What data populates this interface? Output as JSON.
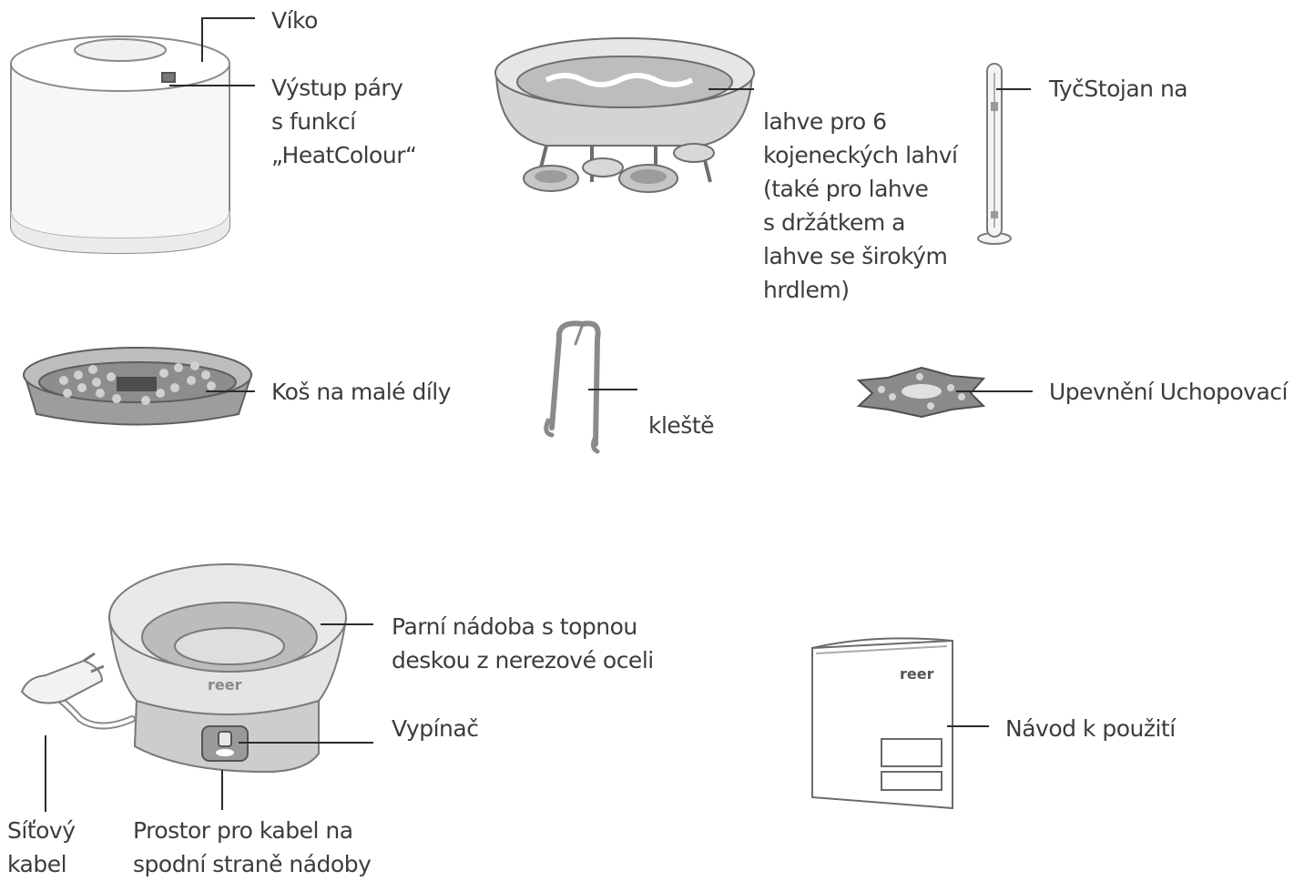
{
  "diagram": {
    "labels": {
      "lid": "Víko",
      "steam_outlet": [
        "Výstup páry",
        "s funkcí",
        "„HeatColour“"
      ],
      "bottle_rack": [
        "lahve pro 6",
        "kojeneckých lahví",
        "(také pro lahve",
        "s držátkem a",
        "lahve se širokým",
        "hrdlem)"
      ],
      "rod_stand": "TyčStojan na",
      "small_parts_basket": "Koš na malé díly",
      "tongs": "kleště",
      "grip_mount": "Upevnění Uchopovací",
      "steam_vessel": [
        "Parní nádoba s topnou",
        "deskou z nerezové oceli"
      ],
      "switch": "Vypínač",
      "power_cable": [
        "Síťový",
        "kabel"
      ],
      "cable_storage": [
        "Prostor pro kabel na",
        "spodní straně nádoby"
      ],
      "manual": "Návod k použití"
    },
    "brand_marks": [
      "reer",
      "reer"
    ],
    "colors": {
      "line": "#2b2b2b",
      "outline": "#777777",
      "part_fill": "#e2e2e2",
      "part_dark": "#9a9a9a",
      "text": "#3c3c3c"
    }
  }
}
